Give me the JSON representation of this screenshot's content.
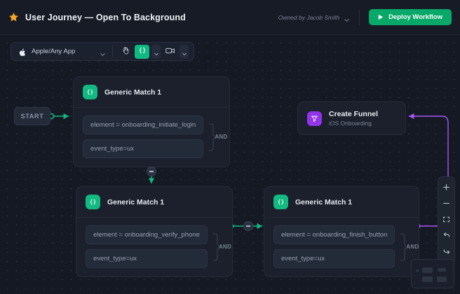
{
  "header": {
    "star_icon": "star-icon",
    "title": "User Journey — Open To Background",
    "owner_text": "Owned by Jacob Smith",
    "owner_chevron_icon": "chevron-down-icon",
    "deploy_label": "Deploy Workflow",
    "deploy_icon": "play-icon",
    "accent_green": "#08a868"
  },
  "toolbar": {
    "app_icon": "apple-icon",
    "app_label": "Apple/Any App",
    "app_chevron_icon": "chevron-down-icon",
    "hand_tool_icon": "hand-icon",
    "code_tool_icon": "code-brackets-icon",
    "code_chevron_icon": "chevron-down-icon",
    "video_tool_icon": "video-camera-icon",
    "video_chevron_icon": "chevron-down-icon",
    "active_color": "#10b981"
  },
  "canvas": {
    "start_label": "START",
    "nodes": [
      {
        "id": "generic-match-1",
        "title": "Generic Match 1",
        "badge_icon": "code-brackets-icon",
        "badge_color": "#12b981",
        "conditions": [
          "element = onboarding_initiate_login",
          "event_type=ux"
        ],
        "operator": "AND"
      },
      {
        "id": "generic-match-2",
        "title": "Generic Match 1",
        "badge_icon": "code-brackets-icon",
        "badge_color": "#12b981",
        "conditions": [
          "element = onboarding_verify_phone",
          "event_type=ux"
        ],
        "operator": "AND"
      },
      {
        "id": "generic-match-3",
        "title": "Generic Match 1",
        "badge_icon": "code-brackets-icon",
        "badge_color": "#12b981",
        "conditions": [
          "element = onboarding_finish_button",
          "event_type=ux"
        ],
        "operator": "AND"
      }
    ],
    "funnel": {
      "title": "Create Funnel",
      "subtitle": "iOS Onboarding",
      "badge_icon": "funnel-icon",
      "badge_color": "#9333ea"
    },
    "edge_colors": {
      "flow": "#10b981",
      "action": "#a855f7"
    }
  },
  "controls": {
    "zoom_in_icon": "plus-icon",
    "zoom_out_icon": "minus-icon",
    "fit_view_icon": "fit-screen-icon",
    "undo_icon": "undo-arrow-icon",
    "redo_icon": "redo-arrow-icon"
  },
  "minimap": {
    "label": "minimap"
  }
}
